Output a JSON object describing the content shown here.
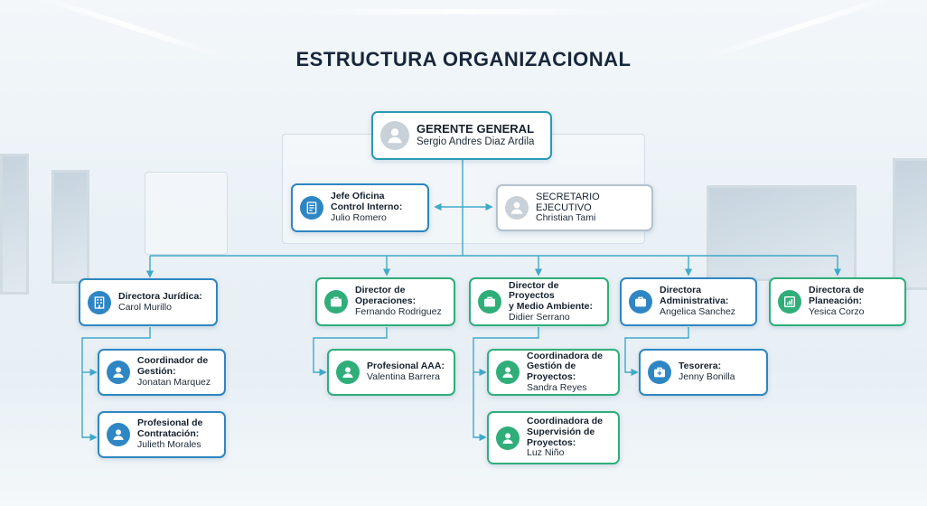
{
  "title": "ESTRUCTURA ORGANIZACIONAL",
  "colors": {
    "blue": "#2e86c1",
    "green": "#2fae7a",
    "gray": "#b5c1cb",
    "line": "#3fa9c9"
  },
  "gerente": {
    "role": "GERENTE GENERAL",
    "name": "Sergio Andres Diaz Ardila",
    "icon": "person-icon"
  },
  "control_interno": {
    "role": "Jefe Oficina\nControl Interno:",
    "name": "Julio Romero",
    "icon": "document-icon"
  },
  "secretario": {
    "role": "SECRETARIO EJECUTIVO",
    "name": "Christian Tami",
    "icon": "person-icon"
  },
  "directores": [
    {
      "role": "Directora Jurídica:",
      "name": "Carol Murillo",
      "icon": "building-icon"
    },
    {
      "role": "Director de\nOperaciones:",
      "name": "Fernando Rodriguez",
      "icon": "briefcase-icon"
    },
    {
      "role": "Director de Proyectos\ny Medio Ambiente:",
      "name": "Didier Serrano",
      "icon": "briefcase-icon"
    },
    {
      "role": "Directora\nAdministrativa:",
      "name": "Angelica Sanchez",
      "icon": "briefcase-icon"
    },
    {
      "role": "Directora de\nPlaneación:",
      "name": "Yesica Corzo",
      "icon": "chart-icon"
    }
  ],
  "subordinados": {
    "juridica": [
      {
        "role": "Coordinador de\nGestión:",
        "name": "Jonatan Marquez",
        "icon": "person-icon"
      },
      {
        "role": "Profesional de\nContratación:",
        "name": "Julieth Morales",
        "icon": "person-icon"
      }
    ],
    "operaciones": [
      {
        "role": "Profesional AAA:",
        "name": "Valentina Barrera",
        "icon": "person-icon"
      }
    ],
    "proyectos": [
      {
        "role": "Coordinadora de\nGestión de Proyectos:",
        "name": "Sandra Reyes",
        "icon": "person-icon"
      },
      {
        "role": "Coordinadora de\nSupervisión de\nProyectos:",
        "name": "Luz Niño",
        "icon": "person-icon"
      }
    ],
    "administrativa": [
      {
        "role": "Tesorera:",
        "name": "Jenny Bonilla",
        "icon": "medical-case-icon"
      }
    ]
  }
}
